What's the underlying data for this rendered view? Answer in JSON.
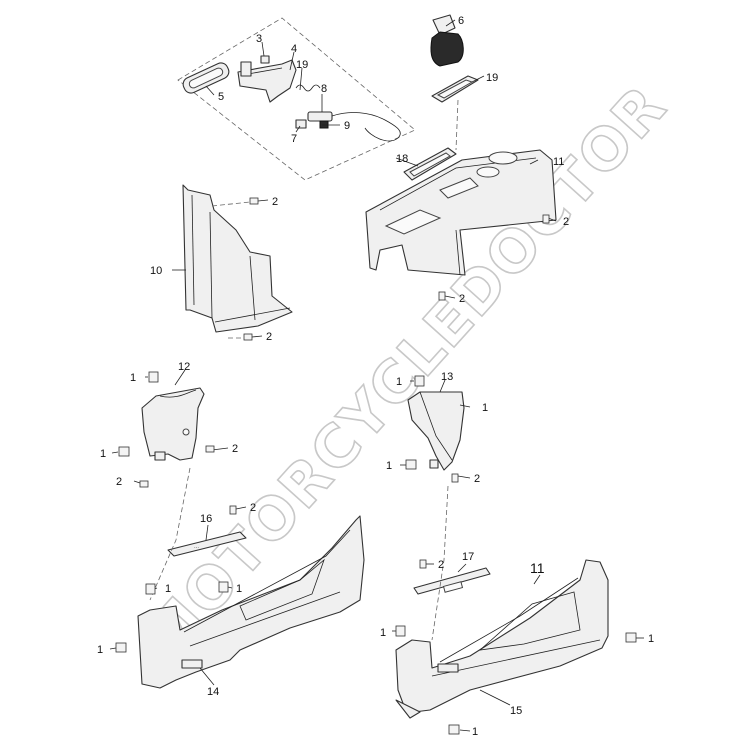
{
  "watermark": "MOTORCYCLEDOCTOR",
  "callouts": {
    "c1": "1",
    "c2": "2",
    "c3": "3",
    "c4": "4",
    "c5": "5",
    "c6": "6",
    "c7": "7",
    "c8": "8",
    "c9": "9",
    "c10": "10",
    "c11": "11",
    "c12": "12",
    "c13": "13",
    "c14": "14",
    "c15": "15",
    "c16": "16",
    "c17": "17",
    "c18": "18",
    "c19": "19"
  }
}
